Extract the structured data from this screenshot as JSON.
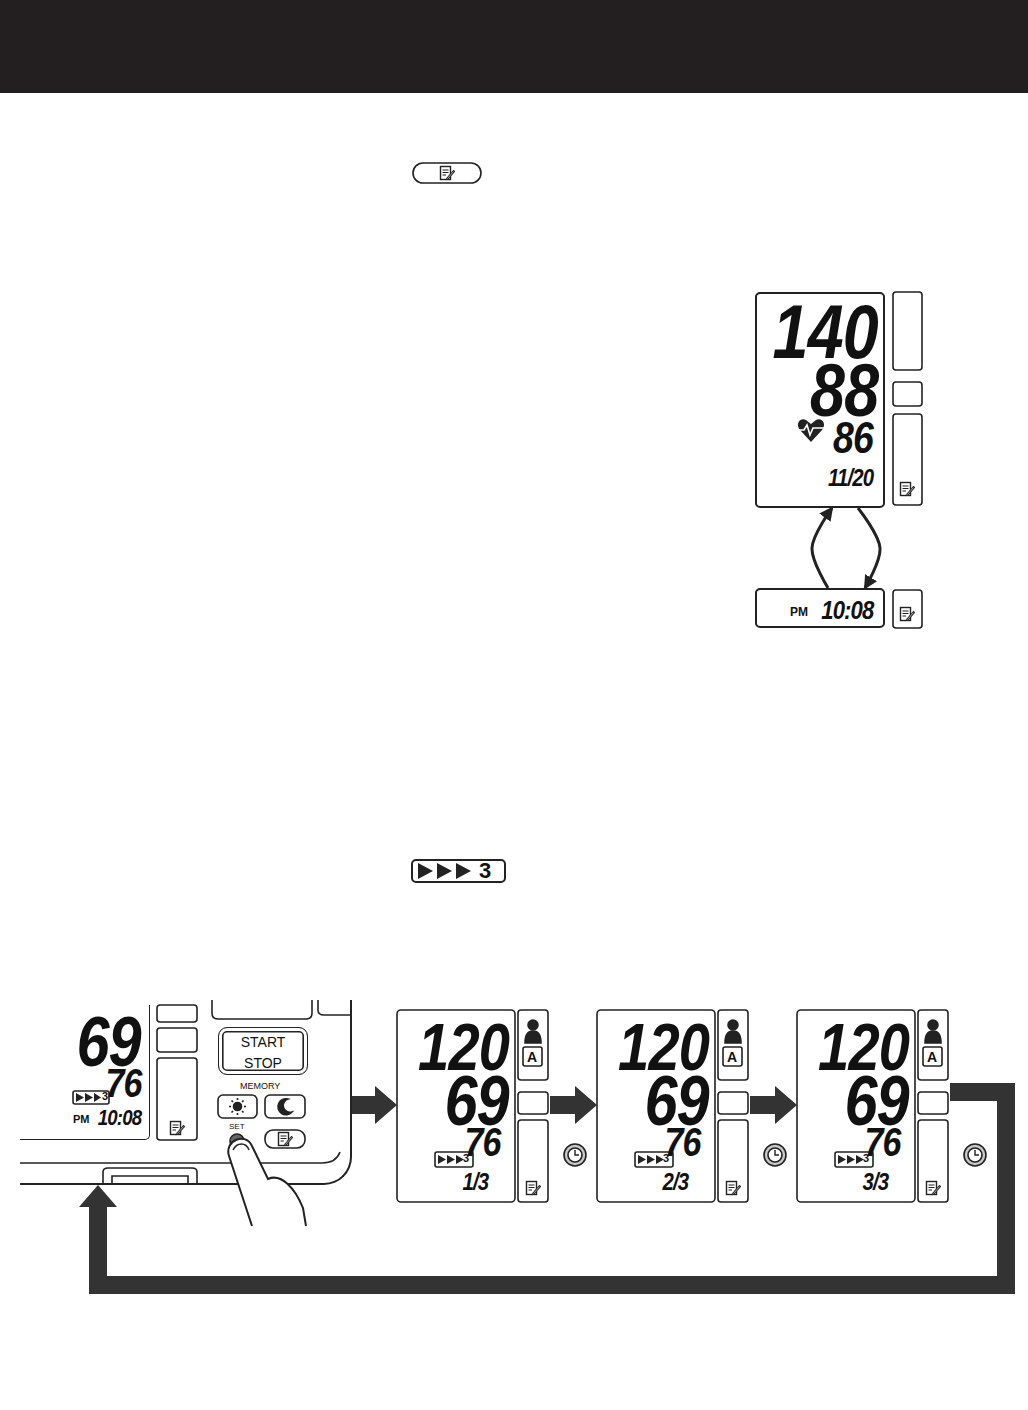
{
  "diagram": {
    "nodes": [
      {
        "text": [
          "140",
          "88",
          "86",
          "11/20"
        ]
      },
      {
        "text": [
          "PM",
          "10:08"
        ]
      },
      {
        "text": [
          "MEMORY",
          "SET"
        ]
      },
      {
        "text": [
          "69",
          "76",
          "3",
          "PM",
          "10:08"
        ],
        "in": 2
      },
      {
        "text": [
          "START",
          "STOP"
        ],
        "in": 2
      },
      {
        "text": [
          "120",
          "69",
          "76",
          "3",
          "1/3",
          "A"
        ]
      },
      {
        "text": [
          "120",
          "69",
          "76",
          "3",
          "2/3",
          "A"
        ]
      },
      {
        "text": [
          "120",
          "69",
          "76",
          "3",
          "3/3",
          "A"
        ]
      }
    ],
    "edges": [
      {
        "from": 0,
        "to": 1,
        "arrow": "to"
      },
      {
        "from": 1,
        "to": 0,
        "arrow": "to"
      },
      {
        "from": 2,
        "to": 5,
        "arrow": "to"
      },
      {
        "from": 5,
        "to": 6,
        "arrow": "to"
      },
      {
        "from": 6,
        "to": 7,
        "arrow": "to"
      },
      {
        "from": 7,
        "to": 2,
        "arrow": "to"
      }
    ],
    "labels": [
      "3"
    ]
  }
}
